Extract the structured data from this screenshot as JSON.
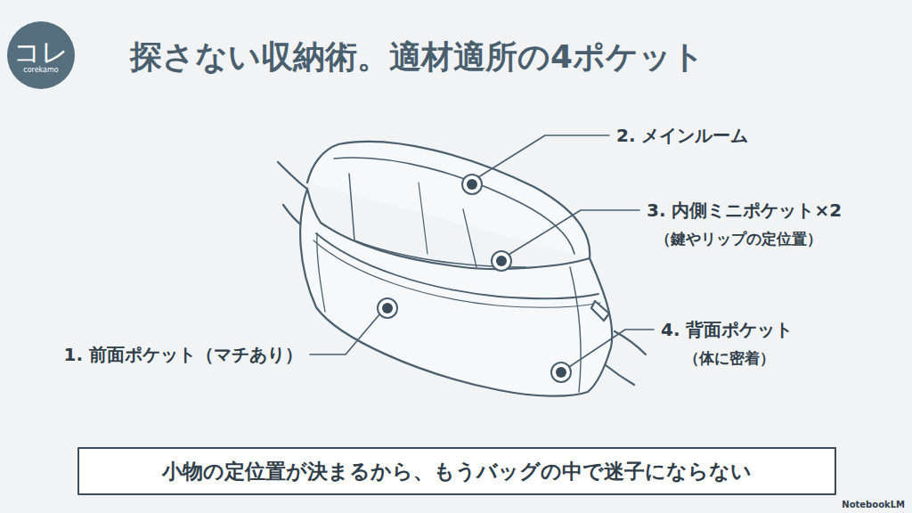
{
  "diagram": {
    "title": "探さない収納術。適材適所の4ポケット",
    "caption": "小物の定位置が決まるから、もうバッグの中で迷子にならない",
    "nodes": [
      {
        "text": [
          "コレ",
          "corekamo"
        ]
      }
    ],
    "labels": [
      "2. メインルーム",
      "3. 内側ミニポケット×2",
      "（鍵やリップの定位置）",
      "1. 前面ポケット（マチあり）",
      "4. 背面ポケット",
      "（体に密着）",
      "NotebookLM"
    ]
  }
}
